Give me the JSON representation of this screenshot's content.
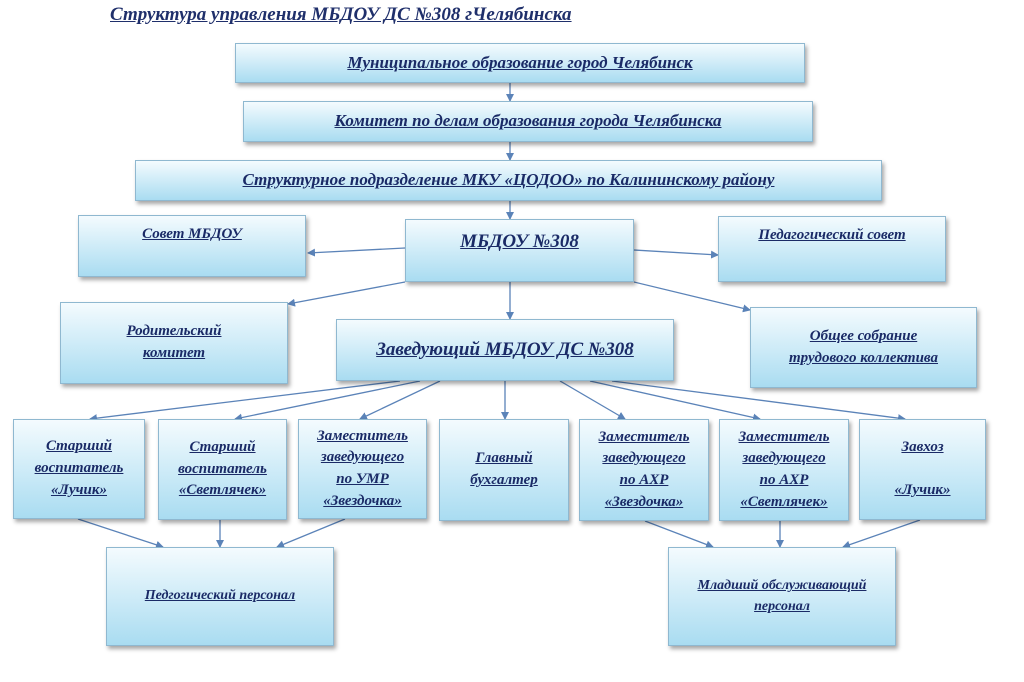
{
  "title": "Структура управления МБДОУ ДС №308 гЧелябинска",
  "nodes": {
    "municipality": "Муниципальное образование город Челябинск",
    "committee": "Комитет по делам образования города Челябинска",
    "division": "Структурное подразделение МКУ «ЦОДОО» по Калининскому району",
    "council": "Совет МБДОУ",
    "mbdou": "МБДОУ №308",
    "ped_council": "Педагогический совет",
    "parent_committee": "Родительский\nкомитет",
    "head": "Заведующий МБДОУ ДС №308",
    "general_meeting": "Общее собрание\nтрудового коллектива",
    "senior_teacher_1": "Старший\nвоспитатель\n«Лучик»",
    "senior_teacher_2": "Старший\nвоспитатель\n«Светлячек»",
    "deputy_umr": "Заместитель\nзаведующего\nпо УМР\n«Звездочка»",
    "chief_accountant": "Главный\nбухгалтер",
    "deputy_ahr_1": "Заместитель\nзаведующего\nпо АХР\n«Звездочка»",
    "deputy_ahr_2": "Заместитель\nзаведующего\nпо АХР\n«Светлячек»",
    "supply_manager": "Завхоз\n\n«Лучик»",
    "ped_staff": "Педгогический персонал",
    "junior_staff": "Младший обслуживающий\nперсонал"
  },
  "colors": {
    "text": "#1a2a66",
    "line": "#5b83b8",
    "box_top": "#f4fbfe",
    "box_bottom": "#a9dcf1"
  }
}
